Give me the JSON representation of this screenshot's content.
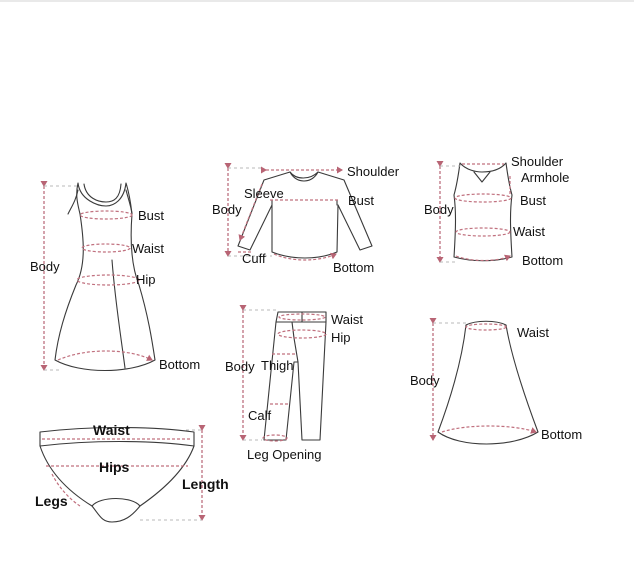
{
  "garments": {
    "dress": {
      "bust": "Bust",
      "waist": "Waist",
      "hip": "Hip",
      "body": "Body",
      "bottom": "Bottom"
    },
    "long_sleeve_top": {
      "shoulder": "Shoulder",
      "sleeve": "Sleeve",
      "bust": "Bust",
      "body": "Body",
      "cuff": "Cuff",
      "bottom": "Bottom"
    },
    "tank_top": {
      "shoulder": "Shoulder",
      "armhole": "Armhole",
      "bust": "Bust",
      "body": "Body",
      "waist": "Waist",
      "bottom": "Bottom"
    },
    "pants": {
      "waist": "Waist",
      "hip": "Hip",
      "body": "Body",
      "thigh": "Thigh",
      "calf": "Calf",
      "leg_opening": "Leg Opening"
    },
    "skirt": {
      "waist": "Waist",
      "body": "Body",
      "bottom": "Bottom"
    },
    "briefs": {
      "waist": "Waist",
      "hips": "Hips",
      "length": "Length",
      "legs": "Legs"
    }
  }
}
